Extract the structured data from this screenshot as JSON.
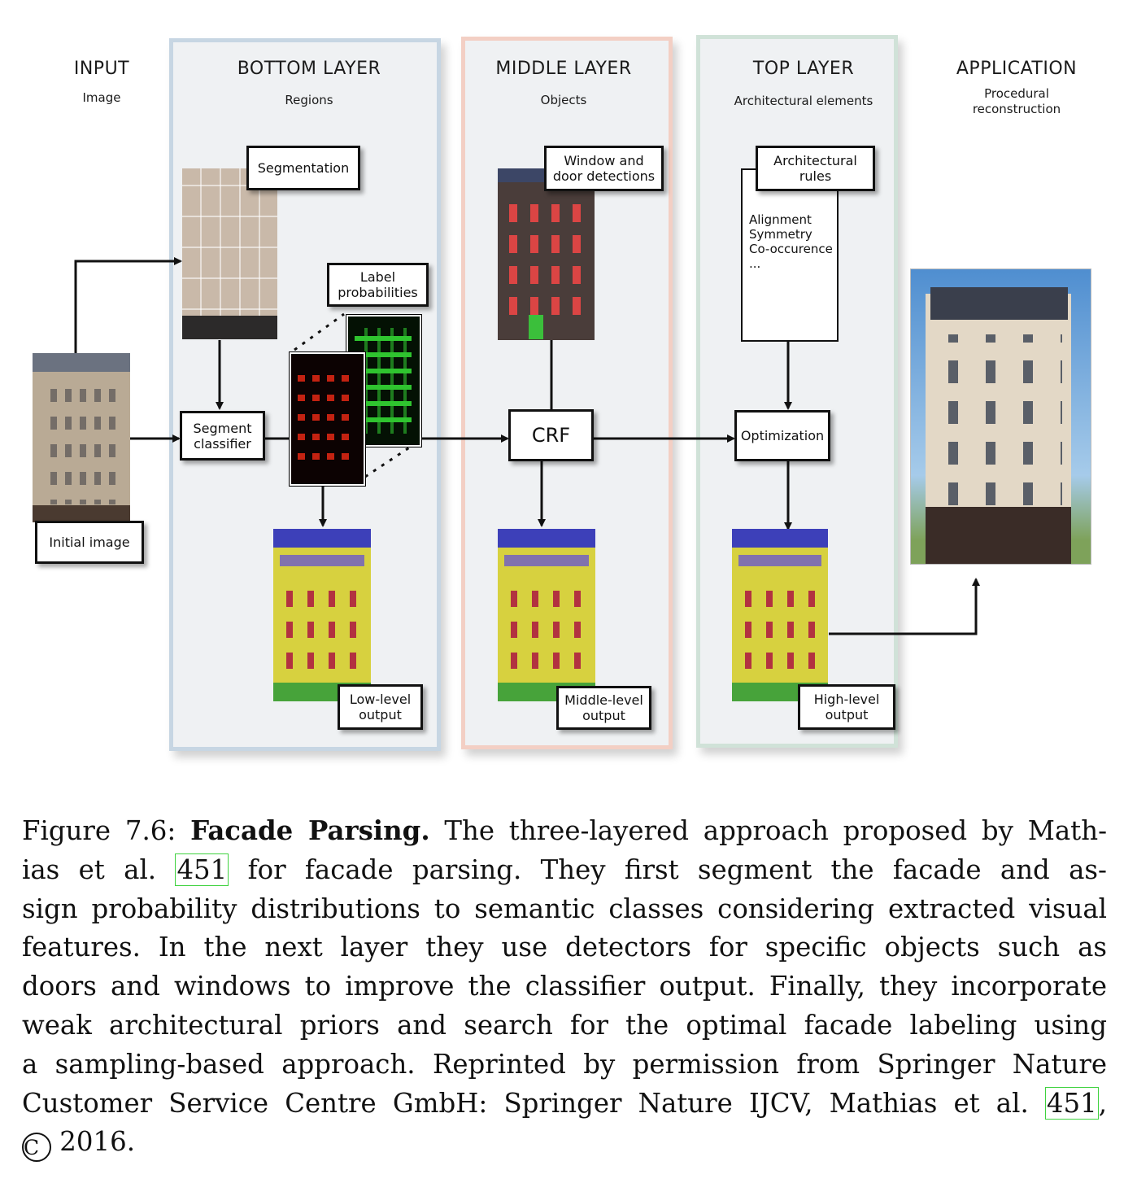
{
  "columns": {
    "input": {
      "title": "INPUT",
      "subtitle": "Image"
    },
    "bottom": {
      "title": "BOTTOM LAYER",
      "subtitle": "Regions"
    },
    "middle": {
      "title": "MIDDLE LAYER",
      "subtitle": "Objects"
    },
    "top": {
      "title": "TOP LAYER",
      "subtitle": "Architectural elements"
    },
    "application": {
      "title": "APPLICATION",
      "subtitle_lines": [
        "Procedural",
        "reconstruction"
      ]
    }
  },
  "boxes": {
    "segmentation": "Segmentation",
    "label_probabilities": [
      "Label",
      "probabilities"
    ],
    "segment_classifier": [
      "Segment",
      "classifier"
    ],
    "window_door": [
      "Window and",
      "door detections"
    ],
    "crf": "CRF",
    "architectural_rules": [
      "Architectural",
      "rules"
    ],
    "rules_list": [
      "Alignment",
      "Symmetry",
      "Co-occurence",
      "..."
    ],
    "optimization": "Optimization",
    "initial_image": "Initial image",
    "low_level": [
      "Low-level",
      "output"
    ],
    "middle_level": [
      "Middle-level",
      "output"
    ],
    "high_level": [
      "High-level",
      "output"
    ]
  },
  "colors": {
    "bottom_border": "#c7d6e3",
    "middle_border": "#f3cfc4",
    "top_border": "#d0e2d8",
    "panel_fill": "#eff1f3",
    "citation_box": "#3fd23f"
  },
  "caption": {
    "figure_label": "Figure 7.6:",
    "title": "Facade Parsing.",
    "l1_rest": "The three-layered approach proposed by Math-",
    "l2_a": "ias et al.",
    "cite1": "451",
    "l2_b": "for facade parsing.  They first segment the facade and as-",
    "l3": "sign probability distributions to semantic classes considering extracted visual",
    "l4": "features.  In the next layer they use detectors for specific objects such as",
    "l5": "doors and windows to improve the classifier output.  Finally, they incorporate",
    "l6": "weak architectural priors and search for the optimal facade labeling using",
    "l7": "a sampling-based approach.  Reprinted by permission from Springer Nature",
    "l8_a": "Customer Service Centre GmbH: Springer Nature IJCV, Mathias et al.",
    "cite2": "451",
    "l8_b": ",",
    "copyright_symbol": "C",
    "year": "2016."
  }
}
